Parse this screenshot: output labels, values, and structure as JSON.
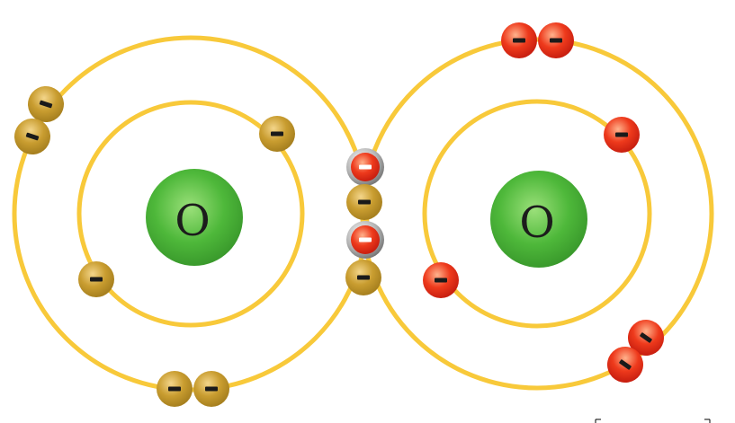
{
  "diagram": {
    "title": "",
    "colors": {
      "orbit": "#f8c93a",
      "nucleus": "#4eb83a",
      "atom1_electron": "#c59a2c",
      "atom2_electron": "#e32b16",
      "shared_from_atom2": "#9a9a9a"
    },
    "atoms": [
      {
        "id": "atom-left",
        "nucleus_label": "O",
        "inner_shell_electrons": 2,
        "outer_shell_electrons": 6,
        "electron_sign": "−"
      },
      {
        "id": "atom-right",
        "nucleus_label": "O",
        "inner_shell_electrons": 2,
        "outer_shell_electrons": 6,
        "electron_sign": "−"
      }
    ],
    "shared_electrons": 4
  }
}
